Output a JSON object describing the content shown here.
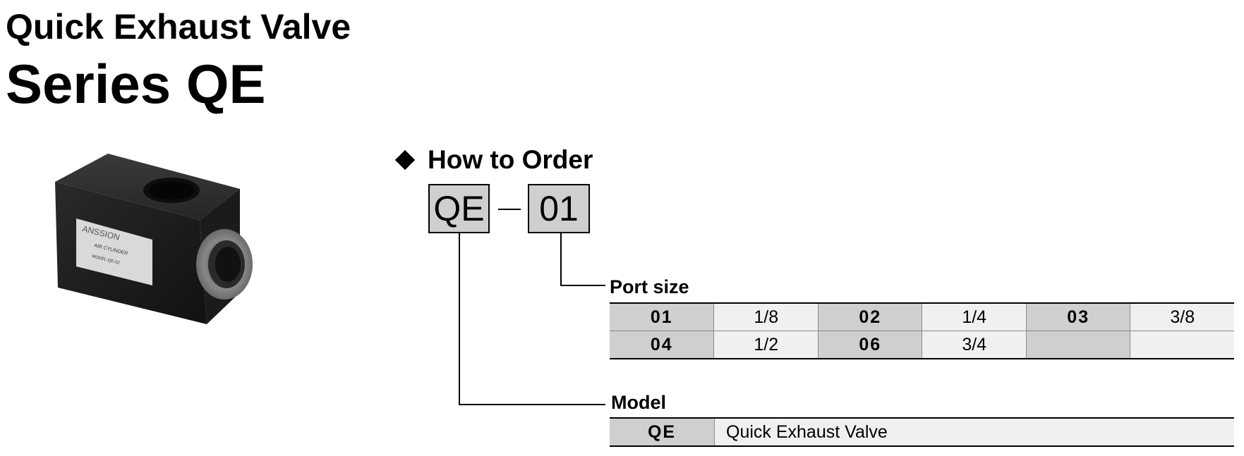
{
  "title": {
    "line1": "Quick Exhaust Valve",
    "line2": "Series QE"
  },
  "how_to_order": {
    "heading": "How to Order",
    "model_code": "QE",
    "port_code": "01"
  },
  "port_size": {
    "label": "Port size",
    "rows": [
      [
        {
          "code": "01",
          "size": "1/8"
        },
        {
          "code": "02",
          "size": "1/4"
        },
        {
          "code": "03",
          "size": "3/8"
        }
      ],
      [
        {
          "code": "04",
          "size": "1/2"
        },
        {
          "code": "06",
          "size": "3/4"
        },
        {
          "code": "",
          "size": ""
        }
      ]
    ]
  },
  "model": {
    "label": "Model",
    "code": "QE",
    "description": "Quick Exhaust Valve"
  },
  "product_image": {
    "label_brand": "ANSSION",
    "label_line1": "AIR CYLINDER",
    "label_line2": "MODEL:QE-02"
  }
}
